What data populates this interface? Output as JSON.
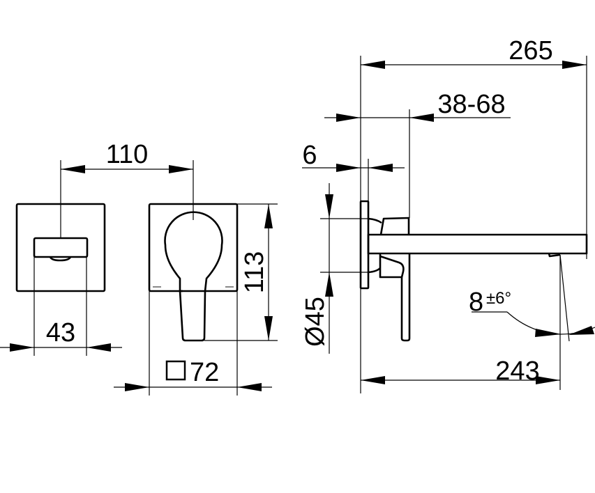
{
  "drawing": {
    "front_view": {
      "dim_spacing": "110",
      "dim_outlet_width": "43",
      "dim_height": "113",
      "dim_plate_symbol": "square",
      "dim_plate_size": "72"
    },
    "side_view": {
      "dim_total_projection": "265",
      "dim_wall_depth": "38-68",
      "dim_plate_thickness": "6",
      "dim_diameter": "Ø45",
      "dim_spout_length": "243",
      "dim_angle_base": "8",
      "dim_angle_tolerance": "±6°"
    }
  }
}
